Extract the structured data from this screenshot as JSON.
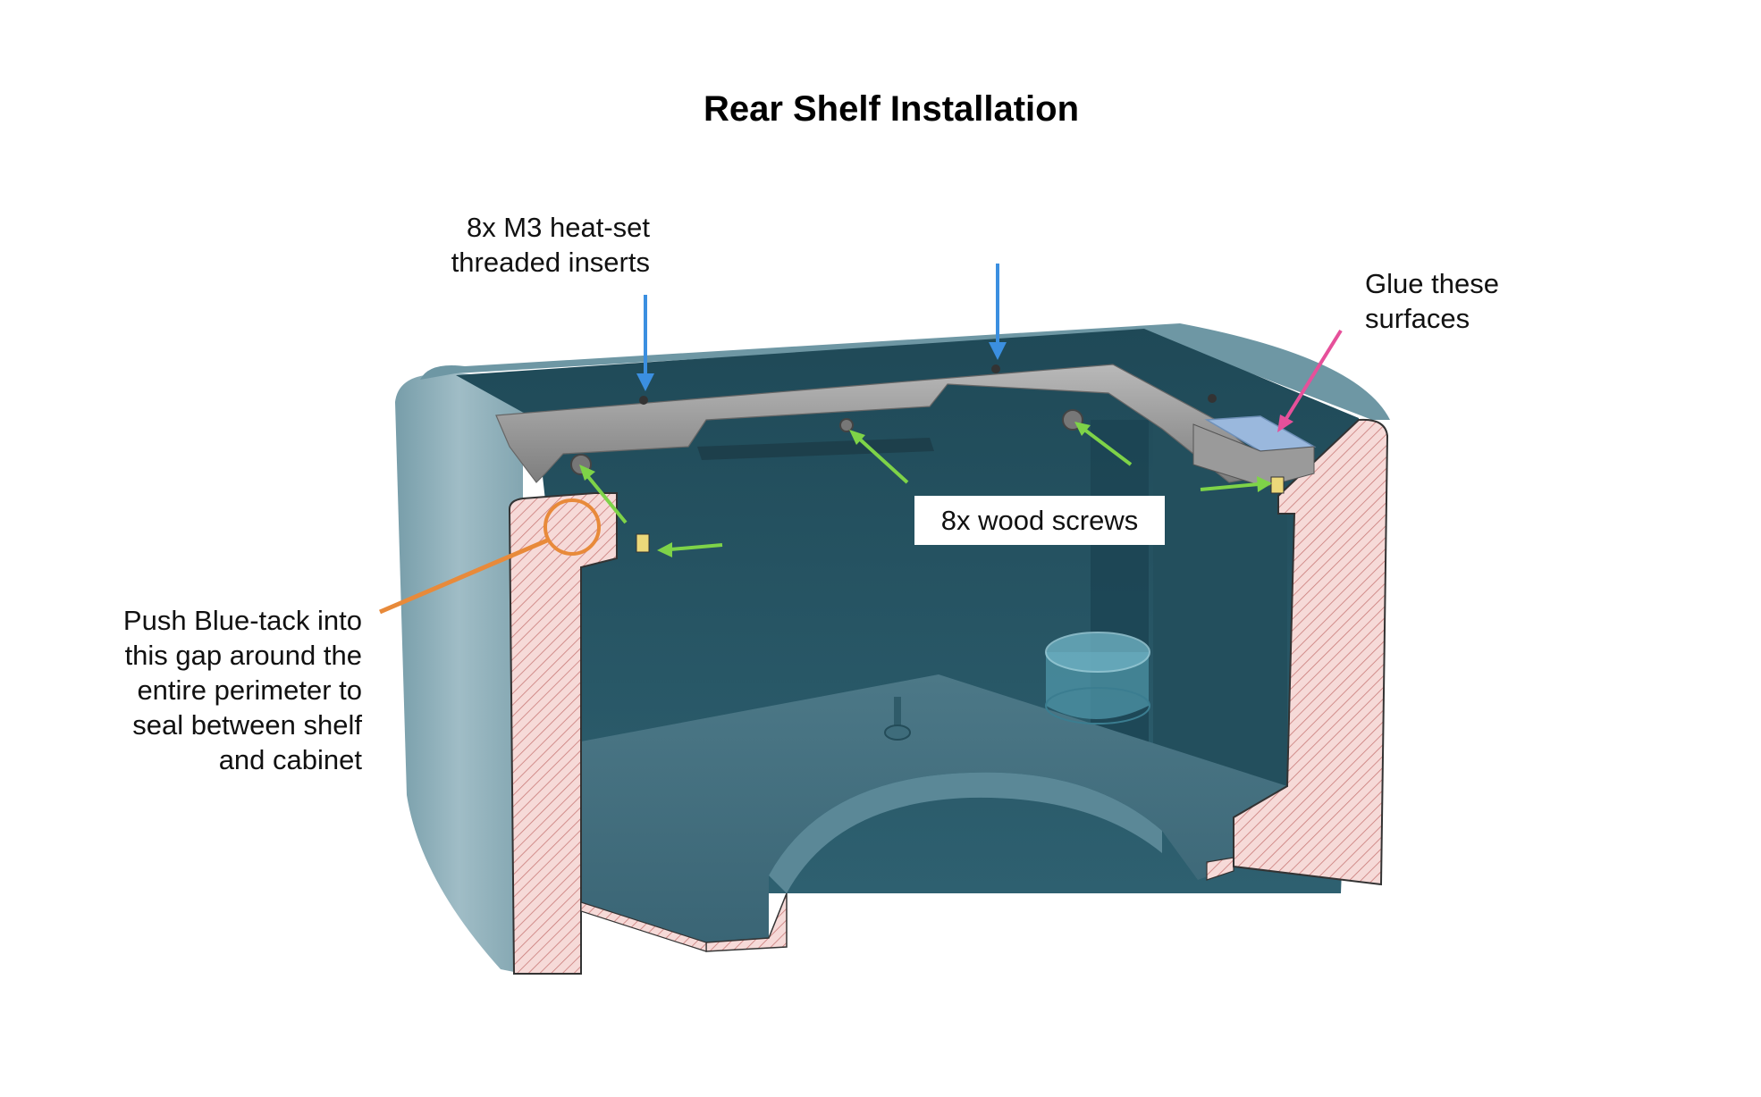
{
  "title": "Rear Shelf Installation",
  "callouts": {
    "inserts_line1": "8x M3 heat-set",
    "inserts_line2": "threaded inserts",
    "glue_line1": "Glue these",
    "glue_line2": "surfaces",
    "screws": "8x wood screws",
    "bluetack_line1": "Push Blue-tack into",
    "bluetack_line2": "this gap around the",
    "bluetack_line3": "entire perimeter to",
    "bluetack_line4": "seal between shelf",
    "bluetack_line5": "and cabinet"
  },
  "colors": {
    "cabinet_teal": "#2a5766",
    "cabinet_light": "#7fa3b0",
    "section_fill": "#f6dad8",
    "section_hatch": "#c97a78",
    "shelf_grey": "#8f8f8f",
    "arrow_blue": "#3b8fe0",
    "arrow_green": "#7ed348",
    "arrow_pink": "#e6509a",
    "arrow_orange": "#e88a3a"
  }
}
